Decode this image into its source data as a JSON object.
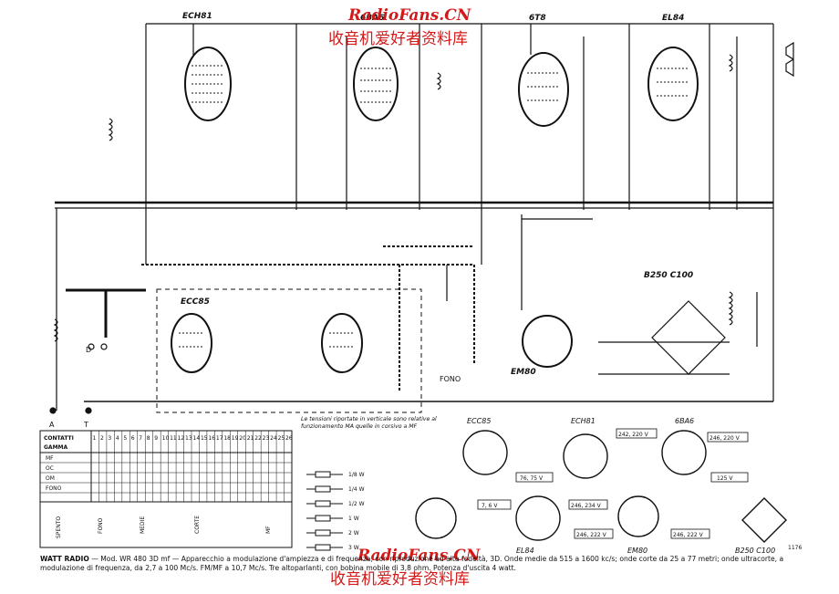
{
  "watermark": {
    "site": "RadioFans.CN",
    "chinese": "收音机爱好者资料库"
  },
  "tubes": [
    "ECH81",
    "6BA6",
    "6T8",
    "EL84",
    "ECC85",
    "EM80"
  ],
  "rectifier": "B250 C100",
  "antenna": {
    "a": "A",
    "t": "T",
    "d": "D"
  },
  "fono_label": "FONO",
  "note": "Le tensioni riportate in verticale sono relative al funzionamento MA quelle in corsivo a MF",
  "switch_table": {
    "header1": "CONTATTI",
    "header2": "GAMMA",
    "rows": [
      "MF",
      "OC",
      "OM",
      "FONO"
    ],
    "numbers": [
      "1",
      "2",
      "3",
      "4",
      "5",
      "6",
      "7",
      "8",
      "9",
      "10",
      "11",
      "12",
      "13",
      "14",
      "15",
      "16",
      "17",
      "18",
      "19",
      "20",
      "21",
      "22",
      "23",
      "24",
      "25",
      "26"
    ],
    "lower_labels": [
      "SPENTO",
      "FONO",
      "MEDIE",
      "CORTE",
      "MF"
    ]
  },
  "resistor_legend": [
    "1/8 W",
    "1/4 W",
    "1/2 W",
    "1 W",
    "2 W",
    "3 W"
  ],
  "socket_labels": [
    "ECC85",
    "ECH81",
    "6BA6",
    "EL84",
    "EM80",
    "B250 C100"
  ],
  "socket_voltages": [
    "242, 220 V",
    "246, 220 V",
    "76, 75 V",
    "125 V",
    "7, 6 V",
    "246, 234 V",
    "246, 222 V",
    "246, 222 V"
  ],
  "caption": {
    "brand": "WATT RADIO",
    "text": "— Mod. WR 480 3D mf — Apparecchio a modulazione d'ampiezza e di frequenza, con riproduzione ad alta fedeltà, 3D. Onde medie da 515 a 1600 kc/s; onde corte da 25 a 77 metri; onde ultracorte, a modulazione di frequenza, da 2,7 a 100 Mc/s. FM/MF a 10,7 Mc/s. Tre altoparlanti, con bobina mobile di 3,8 ohm. Potenza d'uscita 4 watt."
  },
  "page_number": "1176"
}
